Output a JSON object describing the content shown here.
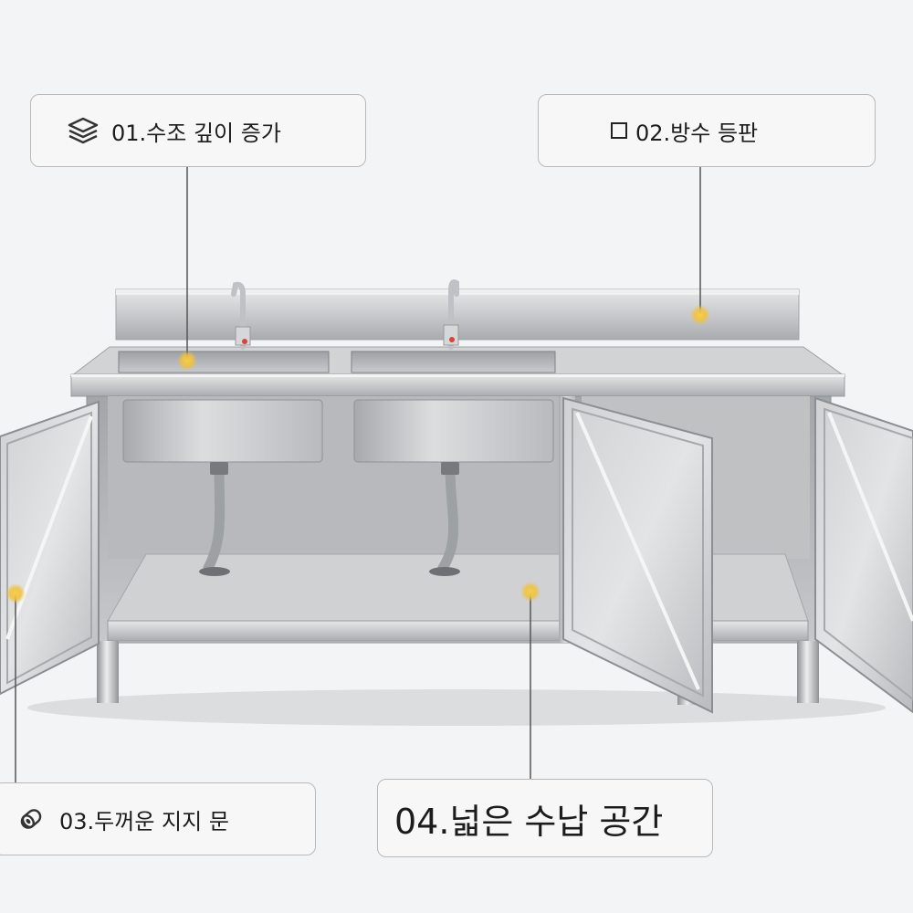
{
  "callouts": [
    {
      "id": "c1",
      "label": "01.수조 깊이 증가",
      "icon": "layers-icon"
    },
    {
      "id": "c2",
      "label": "02.방수 등판",
      "icon": "square-outline-icon"
    },
    {
      "id": "c3",
      "label": "03.두꺼운 지지 문",
      "icon": "pipe-roll-icon"
    },
    {
      "id": "c4",
      "label": "04.넓은 수납 공간",
      "icon": ""
    }
  ],
  "colors": {
    "background": "#f3f4f5",
    "steel_light": "#d9dadc",
    "steel_mid": "#b4b6b9",
    "steel_dark": "#8d9094",
    "marker": "#f2c23a",
    "leader_line": "#555555",
    "callout_border": "#b9b9b9"
  }
}
